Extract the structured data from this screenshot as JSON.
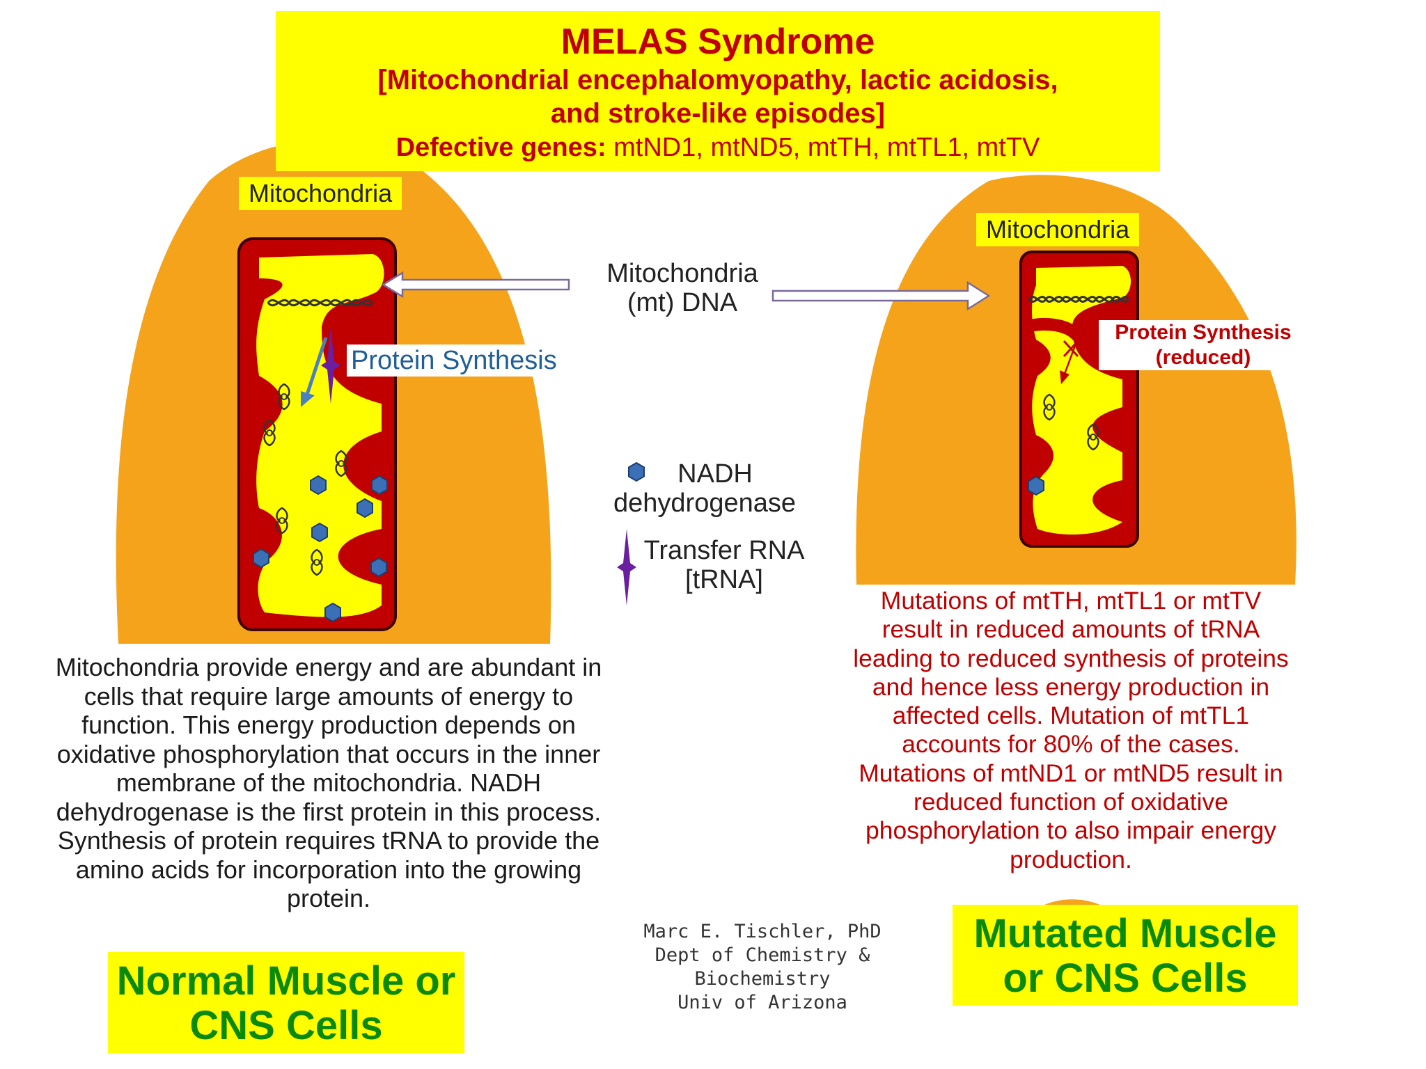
{
  "header": {
    "title": "MELAS Syndrome",
    "subtitle_line1": "[Mitochondrial encephalomyopathy, lactic acidosis,",
    "subtitle_line2": "and stroke-like episodes]",
    "genes_label": "Defective genes:",
    "genes_list": "mtND1, mtND5, mtTH, mtTL1, mtTV"
  },
  "normal_cell": {
    "organelle_label": "Mitochondria",
    "protein_label": "Protein Synthesis",
    "description": "Mitochondria provide energy and are abundant in cells that require large amounts of energy to function.  This energy production depends on oxidative phosphorylation that occurs in the inner membrane of the mitochondria. NADH dehydrogenase is the first protein in this process. Synthesis of protein requires tRNA to provide the amino acids for incorporation into the growing protein.",
    "caption": "Normal Muscle or CNS Cells"
  },
  "mutated_cell": {
    "organelle_label": "Mitochondria",
    "protein_label_line1": "Protein Synthesis",
    "protein_label_line2": "(reduced)",
    "description": "Mutations of mtTH, mtTL1 or mtTV result in reduced amounts of tRNA leading to reduced synthesis of proteins and hence less energy production in affected cells. Mutation of mtTL1 accounts for 80% of the cases. Mutations of mtND1 or mtND5 result in reduced function of oxidative phosphorylation to also impair energy production.",
    "caption": "Mutated Muscle or CNS Cells"
  },
  "center": {
    "dna_label_line1": "Mitochondria",
    "dna_label_line2": "(mt) DNA",
    "nadh_line1": "NADH",
    "nadh_line2": "dehydrogenase",
    "trna_line1": "Transfer RNA",
    "trna_line2": "[tRNA]"
  },
  "credit": {
    "line1": "Marc E. Tischler, PhD",
    "line2": "Dept of Chemistry &",
    "line3": "Biochemistry",
    "line4": "Univ of Arizona"
  },
  "colors": {
    "cell": "#f5a31a",
    "matrix": "#ffff00",
    "membrane": "#c00000",
    "nadh": "#3b6fb6",
    "trna": "#6a1fa0",
    "title_bg": "#ffff00",
    "caption_text": "#0a8a0a"
  }
}
